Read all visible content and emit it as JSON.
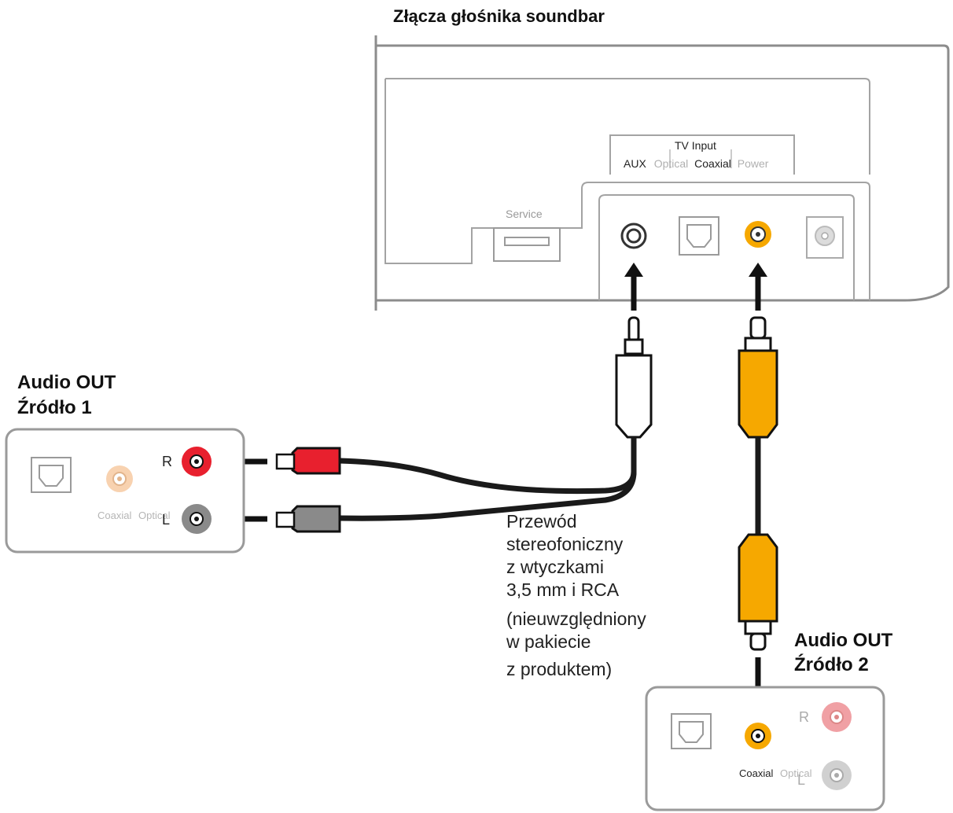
{
  "soundbar": {
    "title": "Złącza głośnika soundbar",
    "tv_input_label": "TV Input",
    "port_labels": [
      "AUX",
      "Optical",
      "Coaxial",
      "Power"
    ],
    "service_label": "Service"
  },
  "source1": {
    "heading_line1": "Audio OUT",
    "heading_line2": "Źródło 1",
    "label_r": "R",
    "label_l": "L",
    "label_coaxial": "Coaxial",
    "label_optical": "Optical"
  },
  "source2": {
    "heading_line1": "Audio OUT",
    "heading_line2": "Źródło 2",
    "label_r": "R",
    "label_l": "L",
    "label_coaxial": "Coaxial",
    "label_optical": "Optical"
  },
  "cable_note": {
    "lines": [
      "Przewód",
      "stereofoniczny",
      "z wtyczkami",
      "3,5 mm i RCA",
      "(nieuwzględniony",
      "w pakiecie",
      "z produktem)"
    ]
  },
  "colors": {
    "red_plug": "#e8202e",
    "gray_plug": "#8a8a8a",
    "orange_plug": "#f6a800",
    "cable_black": "#1a1a1a",
    "panel_outline": "#9a9a9a"
  }
}
